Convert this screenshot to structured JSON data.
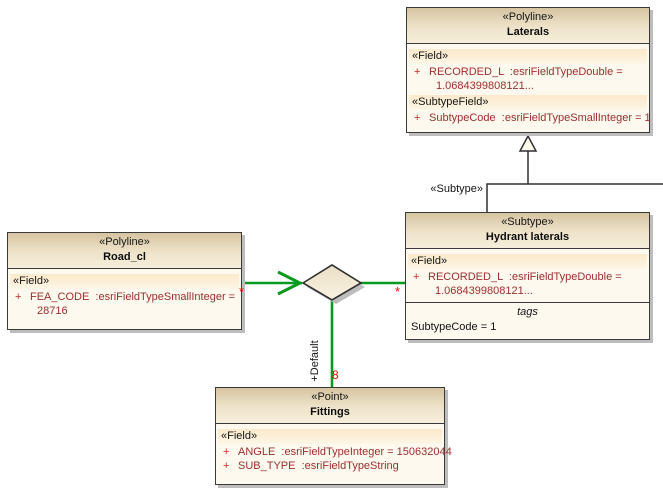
{
  "colors": {
    "background": "#ffffff",
    "connector_green": "#089a1e",
    "generalization_black": "#2f2f2f",
    "label_red": "#ff0000",
    "box_fill": "#fdf9ee",
    "box_border": "#3a3a3a",
    "header_gradient_top": "#d6c4a1",
    "header_gradient_bottom": "#f6eedb",
    "field_band": "#fbe9cb",
    "attribute_text": "#9c2e2e",
    "shadow": "#bdbdbd"
  },
  "classes": {
    "laterals": {
      "stereotype": "«Polyline»",
      "name": "Laterals",
      "field_header": "«Field»",
      "attr1_plus": "+",
      "attr1_line1": "RECORDED_L  :esriFieldTypeDouble =",
      "attr1_line2": "1.0684399808121...",
      "subtypefield_header": "«SubtypeField»",
      "attr2_plus": "+",
      "attr2_line1": "SubtypeCode  :esriFieldTypeSmallInteger = 1"
    },
    "hydrant_laterals": {
      "stereotype": "«Subtype»",
      "name": "Hydrant laterals",
      "field_header": "«Field»",
      "attr1_plus": "+",
      "attr1_line1": "RECORDED_L  :esriFieldTypeDouble =",
      "attr1_line2": "1.0684399808121...",
      "tags_title": "tags",
      "tags_value": "SubtypeCode = 1"
    },
    "road_cl": {
      "stereotype": "«Polyline»",
      "name": "Road_cl",
      "field_header": "«Field»",
      "attr1_plus": "+",
      "attr1_line1": "FEA_CODE  :esriFieldTypeSmallInteger =",
      "attr1_line2": "28716"
    },
    "fittings": {
      "stereotype": "«Point»",
      "name": "Fittings",
      "field_header": "«Field»",
      "attr1_plus": "+",
      "attr1_line1": "ANGLE  :esriFieldTypeInteger = 150632044",
      "attr2_plus": "+",
      "attr2_line1": "SUB_TYPE  :esriFieldTypeString"
    }
  },
  "connectors": {
    "generalization_label": "«Subtype»",
    "association": {
      "source_multiplicity": "*",
      "target_multiplicity": "*",
      "branch_role": "+Default",
      "branch_multiplicity": "8"
    }
  }
}
